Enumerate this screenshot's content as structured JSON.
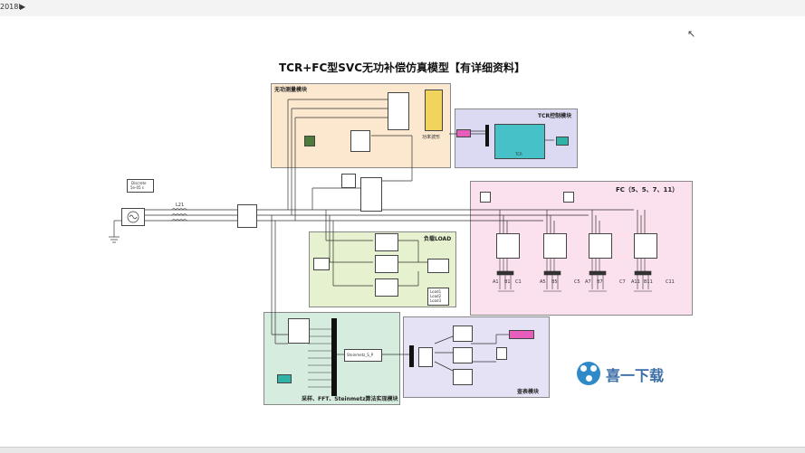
{
  "app": {
    "version_label": "2018b"
  },
  "diagram": {
    "title": "TCR+FC型SVC无功补偿仿真模型【有详细资料】",
    "groups": {
      "reactive_measure": "无功测量模块",
      "tcr_control": "TCR控制模块",
      "fc": "FC（5、5、7、11）",
      "load": "负载LOAD",
      "sampling": "采样、FFT、Steinmetz算法实现模块",
      "lookup": "查表模块"
    },
    "labels": {
      "power_waveform": "功率波形",
      "tcr_block": "TCR",
      "steinmetz_block": "Steinmetz_S_P",
      "powergui_line1": "Discrete",
      "powergui_line2": "5e-05 s",
      "source_label": "L21",
      "fc_caps": [
        "A1",
        "B1",
        "C1",
        "A5",
        "B5",
        "C5",
        "A7",
        "B7",
        "C7",
        "A11",
        "B11",
        "C11"
      ],
      "load_chip_line1": "Load1",
      "load_chip_line2": "Load2",
      "load_chip_line3": "Load3"
    }
  },
  "watermark": {
    "text": "喜一下载"
  },
  "colors": {
    "reactive_measure": "#fbe8cf",
    "tcr_control": "#dcd9f3",
    "fc": "#fbe0ee",
    "load": "#e6f2cf",
    "sampling": "#d6ecdf",
    "lookup": "#e6e2f6"
  }
}
